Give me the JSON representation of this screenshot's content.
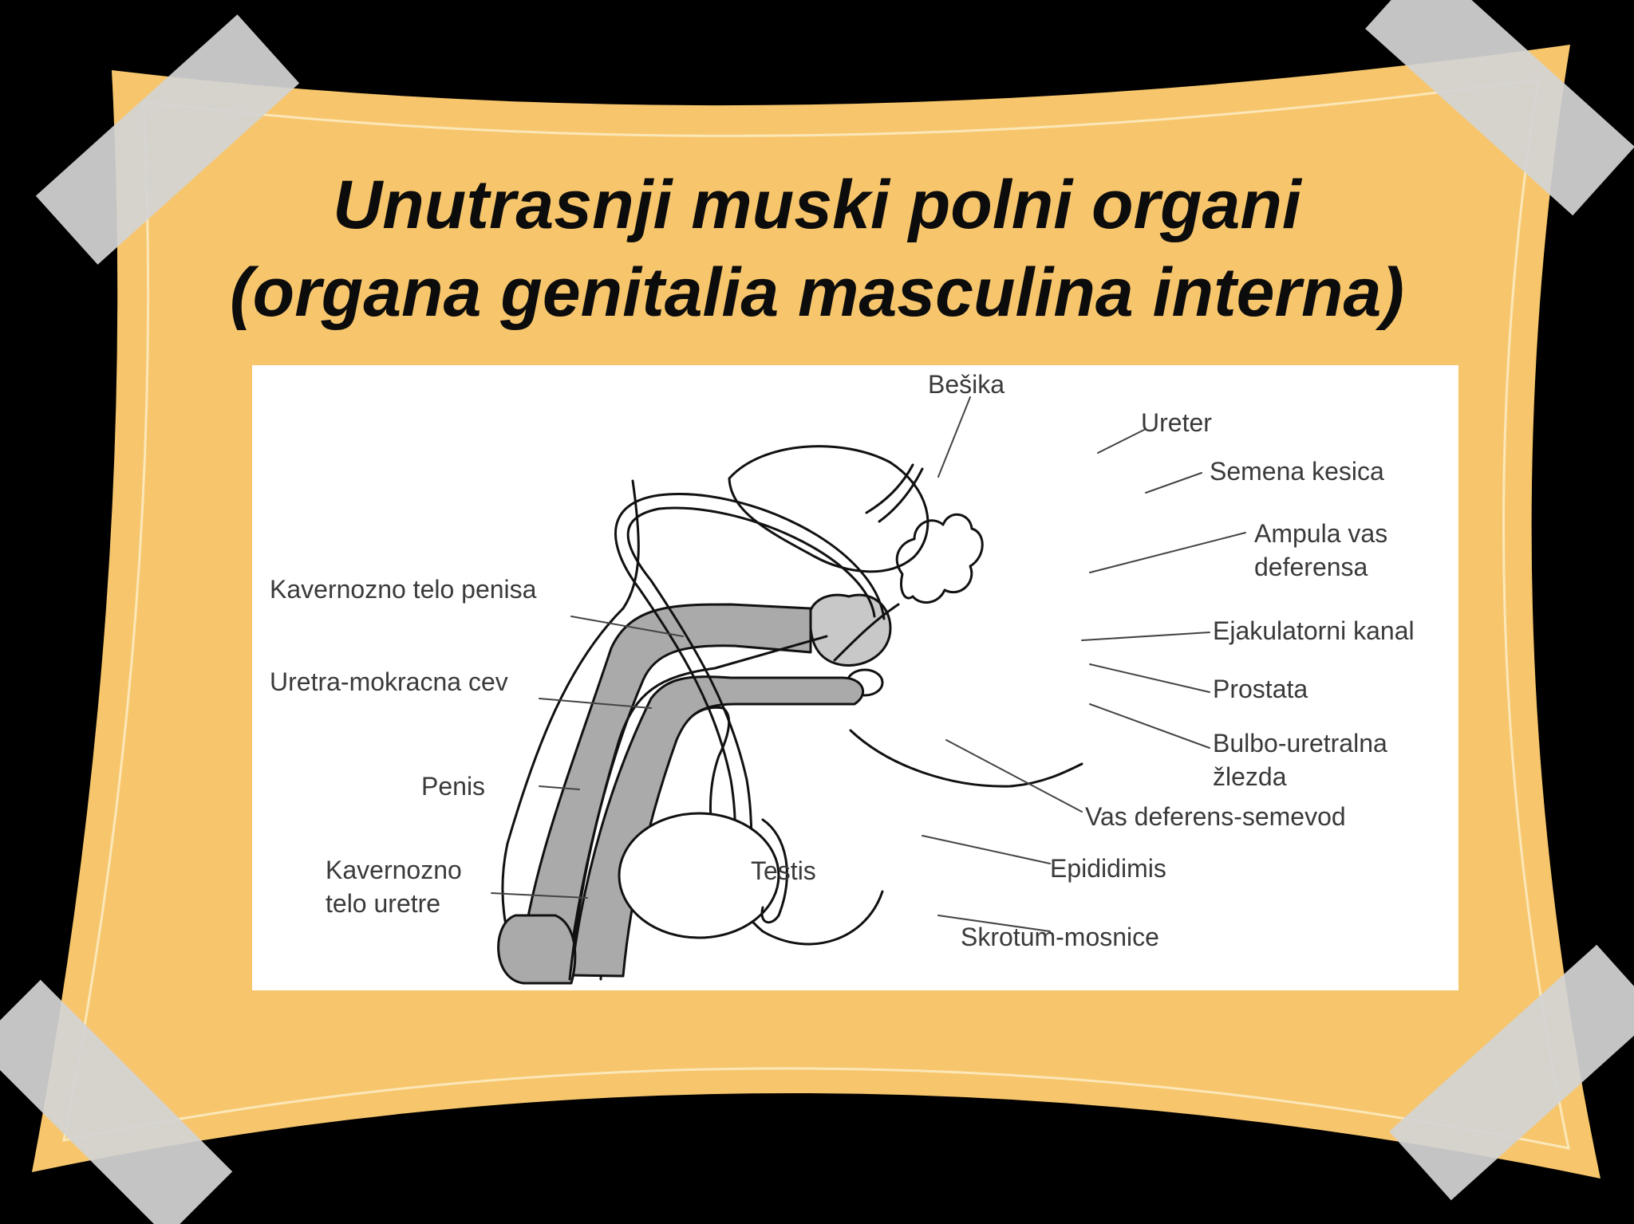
{
  "slide": {
    "title_line1": "Unutrasnji muski polni organi",
    "title_line2": "(organa genitalia masculina interna)"
  },
  "colors": {
    "background": "#000000",
    "paper": "#f7c66c",
    "tape": "#d3d3d3",
    "panel": "#ffffff",
    "tissue": "#aaaaaa",
    "outline": "#111111"
  },
  "diagram": {
    "labels": {
      "besika": "Bešika",
      "ureter": "Ureter",
      "semena_kesica": "Semena kesica",
      "ampula_line1": "Ampula vas",
      "ampula_line2": "deferensa",
      "ejakulatorni_kanal": "Ejakulatorni kanal",
      "prostata": "Prostata",
      "bulbo_line1": "Bulbo-uretralna",
      "bulbo_line2": "žlezda",
      "vas_deferens": "Vas deferens-semevod",
      "epididimis": "Epididimis",
      "skrotum": "Skrotum-mosnice",
      "kavernozno_telo_penisa": "Kavernozno telo penisa",
      "uretra": "Uretra-mokracna cev",
      "penis": "Penis",
      "kavernozno_uretre_line1": "Kavernozno",
      "kavernozno_uretre_line2": "telo uretre",
      "testis": "Testis"
    }
  }
}
